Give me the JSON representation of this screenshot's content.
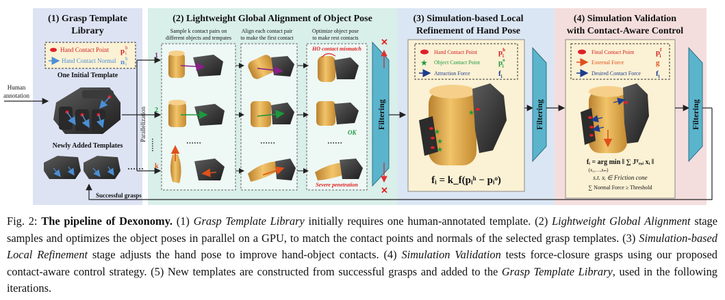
{
  "figure": {
    "stage1": {
      "title_line1": "(1) Grasp Template",
      "title_line2": "Library",
      "legend_contact_point": "Hand Contact Point",
      "legend_contact_normal": "Hand Contact Normal",
      "legend_contact_point_sym": "p",
      "legend_contact_point_sup": "h",
      "legend_contact_point_sub": "i",
      "legend_contact_normal_sym": "n",
      "legend_contact_normal_sup": "h",
      "legend_contact_normal_sub": "i",
      "one_initial_template": "One Initial Template",
      "newly_added_templates": "Newly Added Templates",
      "ellipsis": "……"
    },
    "input_label_line1": "Human",
    "input_label_line2": "annotation",
    "parallelization": "Parallelization",
    "successful_grasps": "Successful grasps",
    "stage2": {
      "title": "(2) Lightweight Global Alignment of Object Pose",
      "col1_line1": "Sample k contact pairs on",
      "col1_line2": "different objects and tempates",
      "col2_line1": "Align each contact pair",
      "col2_line2": "to make the first contact",
      "col3_line1": "Optimize object pose",
      "col3_line2": "to make rest contacts",
      "row_1": "1",
      "row_2": "2",
      "row_k": "k",
      "row_dots": "……",
      "ho_mismatch": "HO contact mismatch",
      "ok": "OK",
      "severe_penetration": "Severe penetration"
    },
    "filtering": "Filtering",
    "stage3": {
      "title_line1": "(3) Simulation-based Local",
      "title_line2": "Refinement of Hand Pose",
      "legend_hand_contact": "Hand Contact Point",
      "legend_object_contact": "Object Contact Point",
      "legend_attraction": "Attraction Force",
      "formula": "fᵢ = k_f(pᵢʰ − pᵢᵒ)"
    },
    "stage4": {
      "title_line1": "(4) Simulation Validation",
      "title_line2": "with Contact-Aware Control",
      "legend_final_contact": "Final Contact Point",
      "legend_external_force": "External Force",
      "legend_desired_force": "Desired Contact Force",
      "eq_line1": "fᵢ = arg min ‖ ∑ Jᵀₒ,ᵢ xᵢ ‖",
      "eq_line1_sub": "(x₁,…,xₘ)",
      "eq_line2": "s.t.   xᵢ ∈ Friction cone",
      "eq_line3": "∑ Normal Force ≥ Threshold"
    },
    "colors": {
      "stage1_bg": "#dde3f3",
      "stage2_bg": "#d9efe9",
      "stage3_bg": "#dbe6f4",
      "stage4_bg": "#f4dedd",
      "filter_fill": "#5ab4cc",
      "contact_red": "#e0202a",
      "normal_blue": "#5599dd",
      "object_green": "#1b9a3c",
      "panel_beige": "#fbf1d4"
    }
  },
  "caption": {
    "label": "Fig. 2: ",
    "bold_title": "The pipeline of Dexonomy.",
    "p1": " (1) ",
    "i1": "Grasp Template Library",
    "p2": " initially requires one human-annotated template. (2) ",
    "i2": "Lightweight Global Alignment",
    "p3": " stage samples and optimizes the object poses in parallel on a GPU, to match the contact points and normals of the selected grasp templates. (3) ",
    "i3": "Simulation-based Local Refinement",
    "p4": " stage adjusts the hand pose to improve hand-object contacts. (4) ",
    "i4": "Simulation Validation",
    "p5": " tests force-closure grasps using our proposed contact-aware control strategy. (5) New templates are constructed from successful grasps and added to the ",
    "i5": "Grasp Template Library",
    "p6": ", used in the following iterations."
  }
}
